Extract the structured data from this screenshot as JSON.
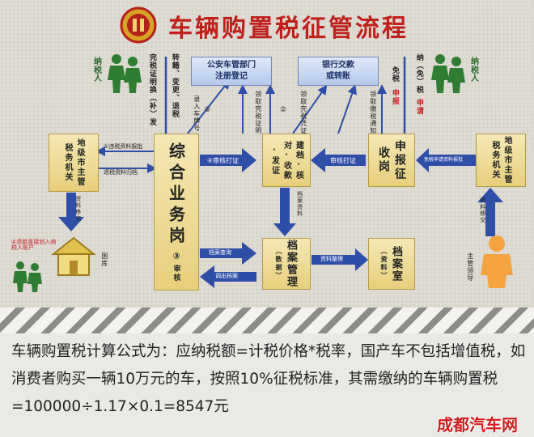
{
  "title": "车辆购置税征管流程",
  "emblem": "tax-emblem",
  "colors": {
    "box_fill": "#eedb98",
    "arrow": "#2f4ea8",
    "accent_red": "#c81e1e",
    "title_red": "#c0201c"
  },
  "top_boxes": {
    "vehicle_admin": "公安车管部门\n注册登记",
    "bank": "银行交款\n或转账"
  },
  "people": {
    "left_label": "纳\n税\n人",
    "right_label": "纳\n税\n人"
  },
  "side_texts": {
    "transfer": "转籍、变更、退税",
    "certificate": "完税证明换（补）发",
    "exempt_prefix": "纳（免）税",
    "exempt_apply": "申请",
    "exempt_suffix": "免税",
    "declare": "申报"
  },
  "boxes": {
    "left_local": "地级市主管税务机关",
    "integrated": "综合业务岗",
    "integrated_num": "③",
    "integrated_audit": "审核",
    "record": "建档·核对·收款·发证",
    "declare": "申报征收岗",
    "archive_mgmt": "档案管理",
    "archive_sub": "（数据）",
    "archive_room": "档案室",
    "archive_room_sub": "（资料）",
    "right_local": "地级市主管税务机关"
  },
  "flow_labels": {
    "tax_data_in": "①违税资料报批",
    "tax_data_out": "退税资料归档",
    "step4": "④审核打证",
    "step4_b": "审核打证",
    "data_transfer": "资料移交",
    "records_in": "档案查询",
    "records_out": "调出档案",
    "data_audit": "资料整理",
    "record_num": "②",
    "step3": "③",
    "exempt_report": "免税申请资料报批",
    "plate": "录入车牌号",
    "claim_cert": "领取完税证明",
    "claim_receipt": "领取完税凭证",
    "claim_notice": "领取缴税通知",
    "archive_data": "档案资料",
    "data_report": "资料移交",
    "supervisor": "主管领导",
    "refund_note": "④退款直接划入纳税人账户",
    "home_label": "国库"
  },
  "caption": "车辆购置税计算公式为：应纳税额=计税价格*税率，国产车不包括增值税，如消费者购买一辆10万元的车，按照10%征税标准，其需缴纳的车辆购置税=100000÷1.17×0.1=8547元",
  "watermark": "成都汽车网"
}
